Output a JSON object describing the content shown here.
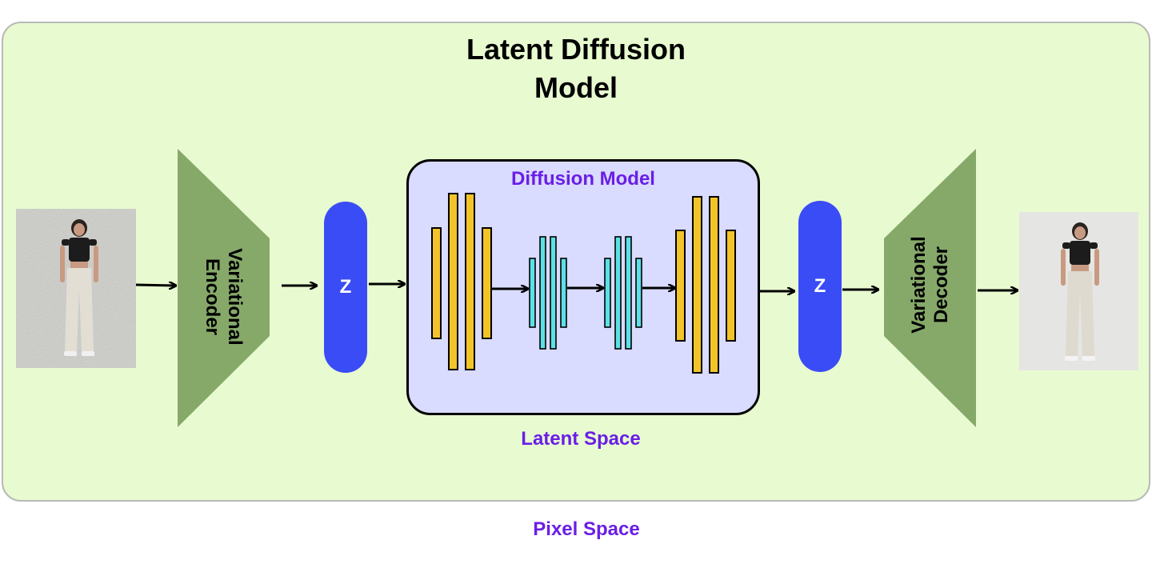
{
  "title": [
    "Latent Diffusion",
    "Model"
  ],
  "encoder_label": [
    "Variational",
    "Encoder"
  ],
  "decoder_label": [
    "Variational",
    "Decoder"
  ],
  "diffusion_model_label": "Diffusion Model",
  "latent_space_label": "Latent Space",
  "pixel_space_label": "Pixel Space",
  "z_label": "Z",
  "colors": {
    "panel_bg": "#e8fbd0",
    "latent_bg": "#d9dbff",
    "trapezoid": "#86a96a",
    "z_pill": "#3a4cf5",
    "bar_yellow": "#f2c42a",
    "bar_cyan": "#5ce0e6",
    "accent_text": "#6a1ee6"
  },
  "images": {
    "input": "noisy-woman-photo",
    "output": "clean-woman-photo"
  }
}
